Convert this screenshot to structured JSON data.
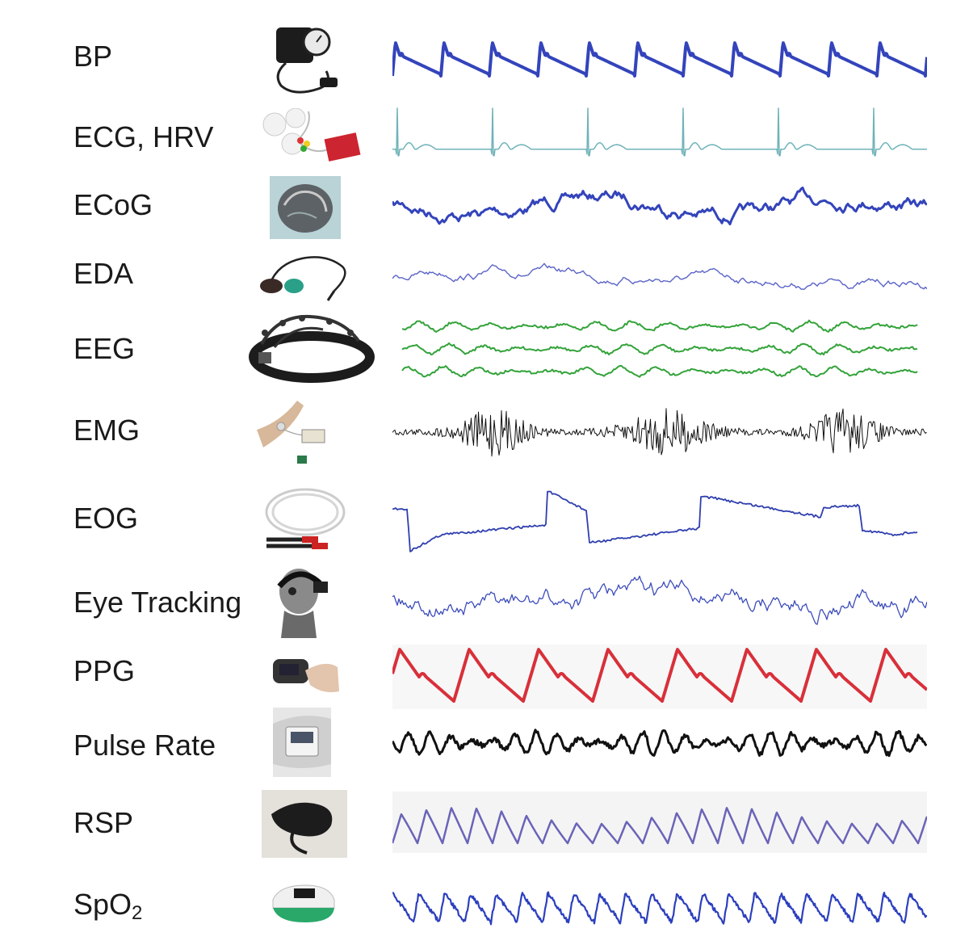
{
  "rows": [
    {
      "key": "bp",
      "label": "BP",
      "device_icon": "sphygmomanometer-icon",
      "color": "#3344bb",
      "waveform": "arterial-pressure"
    },
    {
      "key": "ecg",
      "label": "ECG, HRV",
      "device_icon": "ecg-electrodes-icon",
      "color": "#6fb3b8",
      "waveform": "ecg"
    },
    {
      "key": "ecog",
      "label": "ECoG",
      "device_icon": "ecog-brain-icon",
      "color": "#3344bb",
      "waveform": "noise"
    },
    {
      "key": "eda",
      "label": "EDA",
      "device_icon": "eda-sensor-icon",
      "color": "#5a63c7",
      "waveform": "noise"
    },
    {
      "key": "eeg",
      "label": "EEG",
      "device_icon": "eeg-headset-icon",
      "color": "#33a33a",
      "waveform": "eeg"
    },
    {
      "key": "emg",
      "label": "EMG",
      "device_icon": "emg-sensor-icon",
      "color": "#111111",
      "waveform": "emg"
    },
    {
      "key": "eog",
      "label": "EOG",
      "device_icon": "eog-cable-icon",
      "color": "#2f3fae",
      "waveform": "steps"
    },
    {
      "key": "eye",
      "label": "Eye Tracking",
      "device_icon": "eye-tracker-headset-icon",
      "color": "#3d4dbb",
      "waveform": "noise"
    },
    {
      "key": "ppg",
      "label": "PPG",
      "device_icon": "pulse-oximeter-finger-icon",
      "color": "#d8303a",
      "waveform": "ppg"
    },
    {
      "key": "pulse",
      "label": "Pulse Rate",
      "device_icon": "wrist-monitor-icon",
      "color": "#111111",
      "waveform": "oscillation"
    },
    {
      "key": "rsp",
      "label": "RSP",
      "device_icon": "respiration-belt-icon",
      "color": "#6a64b8",
      "waveform": "respiration"
    },
    {
      "key": "spo2",
      "label": "SpO",
      "label_sub": "2",
      "device_icon": "spo2-oximeter-icon",
      "color": "#2c3fbe",
      "waveform": "spo2"
    }
  ]
}
